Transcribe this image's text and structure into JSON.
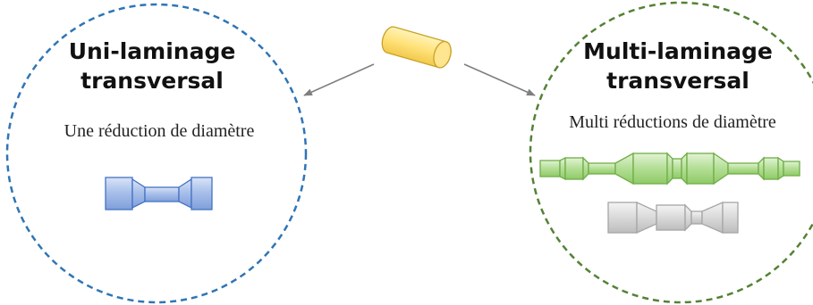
{
  "left_panel": {
    "title_line1": "Uni-laminage",
    "title_line2": "transversal",
    "subtitle": "Une réduction de diamètre",
    "border_color": "#2E75B6",
    "part_color": "#4472C4"
  },
  "right_panel": {
    "title_line1": "Multi-laminage",
    "title_line2": "transversal",
    "subtitle": "Multi réductions de diamètre",
    "border_color": "#548235",
    "part_color": "#70AD47",
    "secondary_part_color": "#A6A6A6"
  },
  "billet": {
    "icon": "cylinder-billet-icon",
    "color": "#FFD966"
  },
  "arrows": {
    "color": "#7F7F7F"
  }
}
